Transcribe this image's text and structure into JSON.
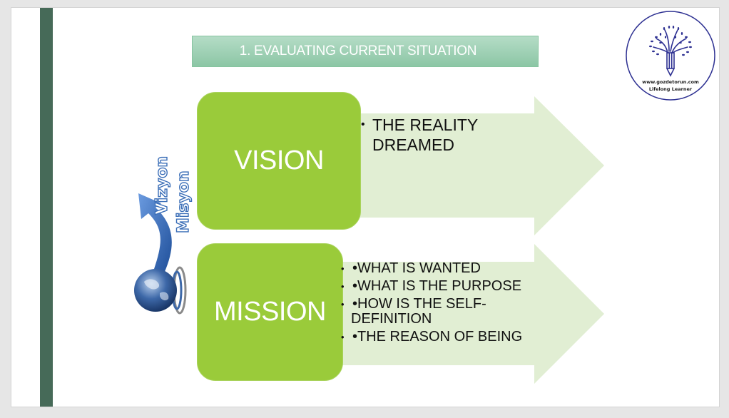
{
  "slide": {
    "title": "1. EVALUATING CURRENT SITUATION",
    "logo": {
      "icon": "pencil-tree-icon",
      "website": "www.gozdetorun.com",
      "tagline": "Lifelong Learner",
      "color": "#2e3192"
    },
    "side_image": {
      "icon": "globe-arrow-icon",
      "words": [
        "Vizyon",
        "Misyon"
      ]
    },
    "vision": {
      "label": "VISION",
      "bullets": [
        {
          "line1": "THE REALITY",
          "line2": "DREAMED"
        }
      ]
    },
    "mission": {
      "label": "MISSION",
      "bullets": [
        {
          "text": "•WHAT IS WANTED"
        },
        {
          "text": "•WHAT IS THE PURPOSE"
        },
        {
          "text": "•HOW IS THE SELF-",
          "cont": "DEFINITION"
        },
        {
          "text": "•THE REASON OF BEING"
        }
      ]
    },
    "colors": {
      "box_green": "#9acb3a",
      "arrow_fill": "#e1eed3",
      "side_bar": "#466a58",
      "title_bar": "#9ed0b4"
    }
  }
}
